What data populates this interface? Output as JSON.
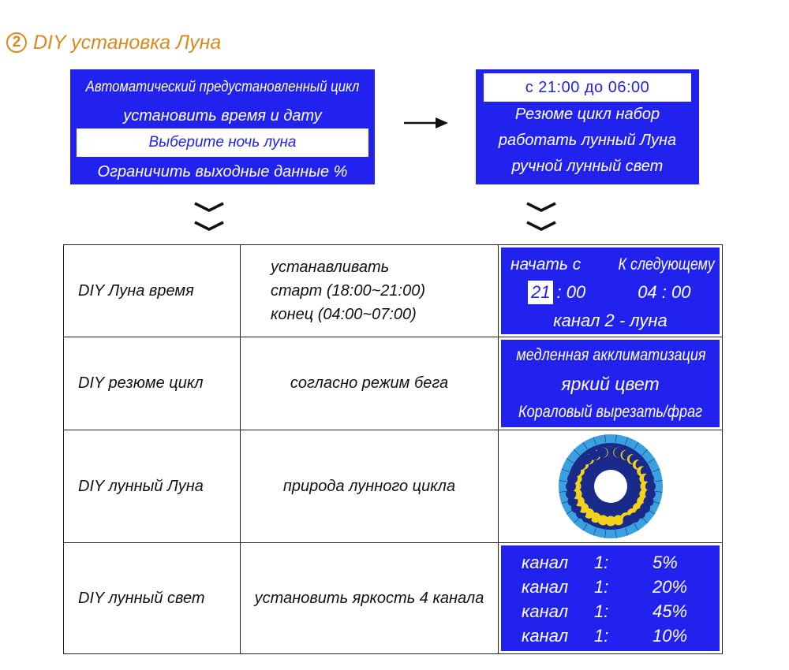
{
  "header": {
    "number": "2",
    "title": "DIY установка Луна"
  },
  "panel_left": {
    "line1": "Автоматический предустановленный цикл",
    "line2": "установить время и дату",
    "selected": "Выберите ночь луна",
    "line4": "Ограничить выходные данные %"
  },
  "panel_right": {
    "time_range": "с 21:00 до 06:00",
    "line2": "Резюме цикл набор",
    "line3": "работать лунный Луна",
    "line4": "ручной лунный свет"
  },
  "rows": [
    {
      "name": "DIY Луна время",
      "desc_lines": [
        "устанавливать",
        "старт  (18:00~21:00)",
        "конец (04:00~07:00)"
      ],
      "screen": {
        "start_label": "начать с",
        "next_label": "К следующему",
        "start_hour": "21",
        "start_rest": ": 00",
        "end_time": "04 : 00",
        "channel": "канал 2 - луна"
      }
    },
    {
      "name": "DIY резюме цикл",
      "desc": "согласно режим бега",
      "screen": [
        "медленная акклиматизация",
        "яркий цвет",
        "Кораловый вырезать/фраг"
      ]
    },
    {
      "name": "DIY лунный Луна",
      "desc": "природа лунного цикла"
    },
    {
      "name": "DIY лунный свет",
      "desc": "установить яркость 4 канала",
      "channels": [
        {
          "label": "канал",
          "num": "1:",
          "value": "5%"
        },
        {
          "label": "канал",
          "num": "1:",
          "value": "20%"
        },
        {
          "label": "канал",
          "num": "1:",
          "value": "45%"
        },
        {
          "label": "канал",
          "num": "1:",
          "value": "10%"
        }
      ]
    }
  ],
  "colors": {
    "panel_blue": "#2222ee",
    "title_orange": "#d98a1f",
    "moon_ring": "#3aa0e0",
    "moon_dial": "#1a2a8a",
    "moon_yellow": "#f2d21a"
  },
  "icons": [
    "arrow-right-icon",
    "double-chevron-down-icon",
    "moon-phase-dial-icon"
  ]
}
